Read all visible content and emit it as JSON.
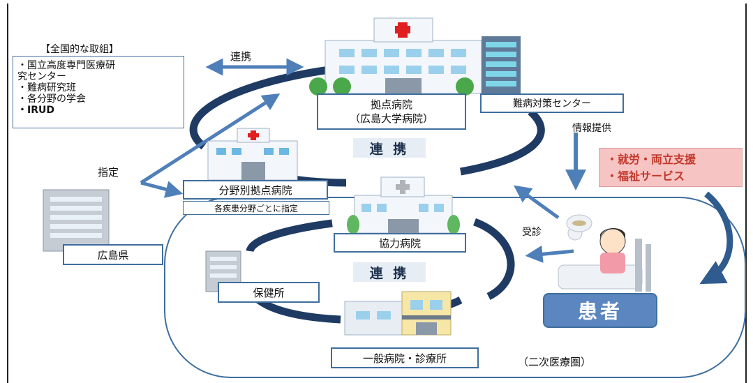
{
  "national": {
    "heading": "【全国的な取組】",
    "items": [
      "・国立高度専門医療研",
      "究センター",
      "・難病研究班",
      "・各分野の学会",
      "・IRUD"
    ]
  },
  "labels": {
    "renkei_top": "連携",
    "shitei": "指定",
    "jouhou": "情報提供",
    "jushin": "受診",
    "renkei_mid": "連 携",
    "renkei_low": "連 携",
    "nijiken": "（二次医療圏）"
  },
  "boxes": {
    "kyoten": [
      "拠点病院",
      "（広島大学病院）"
    ],
    "nanbyo_center": "難病対策センター",
    "bunya": "分野別拠点病院",
    "bunya_note": "各疾患分野ごとに指定",
    "kyoryoku": "協力病院",
    "hiroshima": "広島県",
    "hokenjo": "保健所",
    "ippan": "一般病院・診療所",
    "kanja": "患者"
  },
  "support": {
    "line1": "・就労・両立支援",
    "line2": "・福祉サービス"
  },
  "colors": {
    "border": "#3e6e9e",
    "arrow": "#4f7fb8",
    "dark_curve": "#1f3b63",
    "patient_fill": "#5b86bf",
    "support_fill": "#f7c4c4",
    "support_text": "#c0392b"
  }
}
